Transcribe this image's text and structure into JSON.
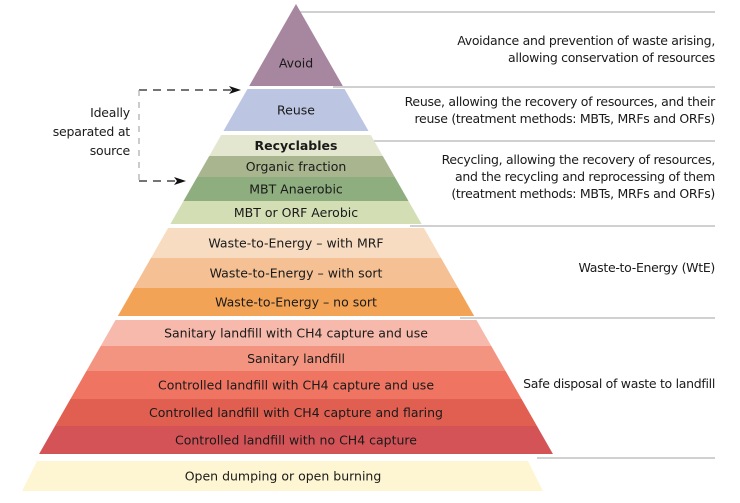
{
  "diagram": {
    "type": "waste-management-hierarchy-pyramid",
    "bands": [
      {
        "label": "Avoid",
        "color": "#a7869f",
        "bold": false
      },
      {
        "label": "Reuse",
        "color": "#bcc5e2",
        "bold": false
      },
      {
        "label": "Recyclables",
        "color": "#e3e7d0",
        "bold": true
      },
      {
        "label": "Organic fraction",
        "color": "#a9b58f",
        "bold": false
      },
      {
        "label": "MBT Anaerobic",
        "color": "#8fae7f",
        "bold": false
      },
      {
        "label": "MBT or ORF Aerobic",
        "color": "#d3deb5",
        "bold": false
      },
      {
        "label": "Waste-to-Energy – with MRF",
        "color": "#f7dcc2",
        "bold": false
      },
      {
        "label": "Waste-to-Energy – with sort",
        "color": "#f4c094",
        "bold": false
      },
      {
        "label": "Waste-to-Energy – no sort",
        "color": "#f3a355",
        "bold": false
      },
      {
        "label": "Sanitary landfill with CH4 capture and use",
        "color": "#f6b9ab",
        "bold": false
      },
      {
        "label": "Sanitary landfill",
        "color": "#f39480",
        "bold": false
      },
      {
        "label": "Controlled landfill with CH4 capture and use",
        "color": "#ef7462",
        "bold": false
      },
      {
        "label": "Controlled landfill with CH4 capture and flaring",
        "color": "#e05f50",
        "bold": false
      },
      {
        "label": "Controlled landfill with no CH4 capture",
        "color": "#d45357",
        "bold": false
      },
      {
        "label": "Open dumping or open burning",
        "color": "#fef6d2",
        "bold": false
      }
    ],
    "side_note": {
      "lines": [
        "Ideally",
        "separated at",
        "source"
      ]
    },
    "descriptions": [
      {
        "lines": [
          "Avoidance and prevention of waste arising,",
          "allowing conservation of resources"
        ]
      },
      {
        "lines": [
          "Reuse, allowing the recovery of resources, and their",
          "reuse (treatment methods: MBTs, MRFs and ORFs)"
        ]
      },
      {
        "lines": [
          "Recycling, allowing the recovery of resources,",
          "and the recycling and reprocessing of them",
          "(treatment methods: MBTs, MRFs and ORFs)"
        ]
      },
      {
        "lines": [
          "Waste-to-Energy (WtE)"
        ]
      },
      {
        "lines": [
          "Safe disposal of waste to landfill"
        ]
      }
    ],
    "separator_color": "#b3b3b3"
  }
}
